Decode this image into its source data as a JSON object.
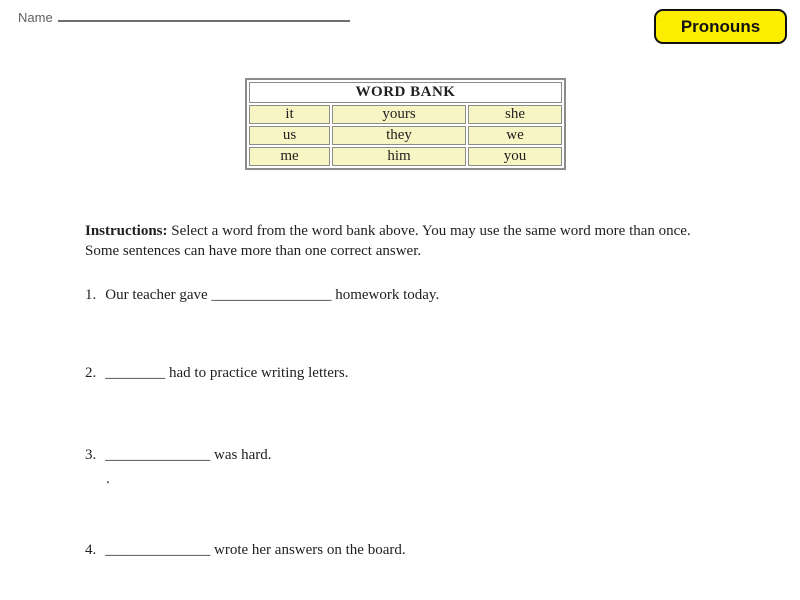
{
  "colors": {
    "badge-bg": "#fdee00",
    "badge-border": "#111111",
    "cell-bg": "#f7f5c4",
    "table-border": "#8c8c8c",
    "text": "#1f1f1f",
    "muted": "#5f5f5f"
  },
  "header": {
    "name_label": "Name",
    "badge_label": "Pronouns"
  },
  "word_bank": {
    "title": "WORD BANK",
    "rows": [
      [
        "it",
        "yours",
        "she"
      ],
      [
        "us",
        "they",
        "we"
      ],
      [
        "me",
        "him",
        "you"
      ]
    ]
  },
  "instructions": {
    "label": "Instructions:",
    "text": " Select a word from the word bank above. You may use the same word more than once. Some sentences can have more than one correct answer."
  },
  "questions": [
    {
      "number": "1.",
      "before": "Our teacher gave",
      "blank": "________________",
      "after": "homework today."
    },
    {
      "number": "2.",
      "before": "",
      "blank": "________",
      "after": "had to practice writing letters."
    },
    {
      "number": "3.",
      "before": "",
      "blank": "______________",
      "after": "was hard.",
      "note": "."
    },
    {
      "number": "4.",
      "before": "",
      "blank": "______________",
      "after": "wrote her answers on the board."
    }
  ]
}
